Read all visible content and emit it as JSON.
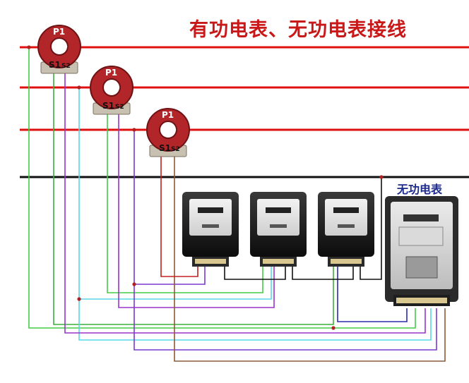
{
  "title": "有功电表、无功电表接线",
  "reactive_meter_label": "无功电表",
  "current_transformers": [
    {
      "p1": "P1",
      "s1": "S1",
      "s2": "S2"
    },
    {
      "p1": "P1",
      "s1": "S1",
      "s2": "S2"
    },
    {
      "p1": "P1",
      "s1": "S1",
      "s2": "S2"
    }
  ],
  "colors": {
    "phase_line": "#e01010",
    "neutral_line": "#111111",
    "ct_body": "#b2262a",
    "meter_body": "#1a1a1a",
    "wire_green": "#44cc44",
    "wire_cyan": "#55d8e8",
    "wire_purple": "#9933cc",
    "wire_violet": "#7a3ad0",
    "wire_brown": "#8a5a3a",
    "wire_red": "#c02020",
    "wire_blue": "#2a2ab0",
    "wire_black": "#111111"
  }
}
